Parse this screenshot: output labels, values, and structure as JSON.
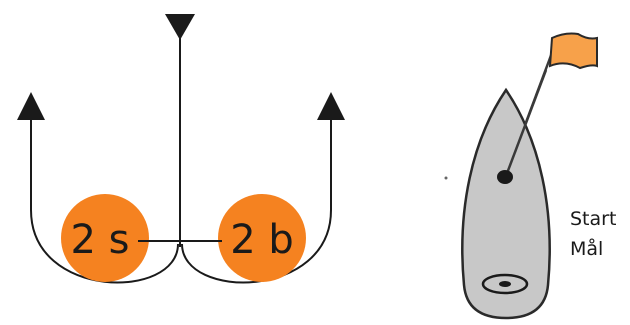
{
  "diagram": {
    "buoys": [
      {
        "label": "2 s",
        "color": "#f58220"
      },
      {
        "label": "2 b",
        "color": "#f58220"
      }
    ],
    "boat": {
      "hull_color": "#c8c8c8",
      "flag_color": "#f7a14a"
    },
    "labels": {
      "start": "Start",
      "finish": "Mål"
    }
  }
}
